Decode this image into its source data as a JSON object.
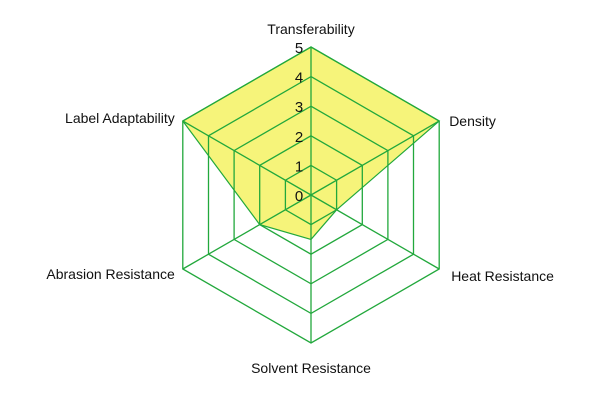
{
  "chart_data": {
    "type": "radar",
    "axes": [
      "Transferability",
      "Density",
      "Heat Resistance",
      "Solvent Resistance",
      "Abrasion Resistance",
      "Label Adaptability"
    ],
    "series": [
      {
        "values": [
          5,
          5,
          1,
          1.5,
          2,
          5
        ]
      }
    ],
    "rlim": [
      0,
      5
    ],
    "ticks": [
      "0",
      "1",
      "2",
      "3",
      "4",
      "5"
    ],
    "grid": true,
    "colors": {
      "grid": "#22a83c",
      "fill": "#f6f47a",
      "stroke": "#22a83c",
      "text": "#111111"
    }
  }
}
